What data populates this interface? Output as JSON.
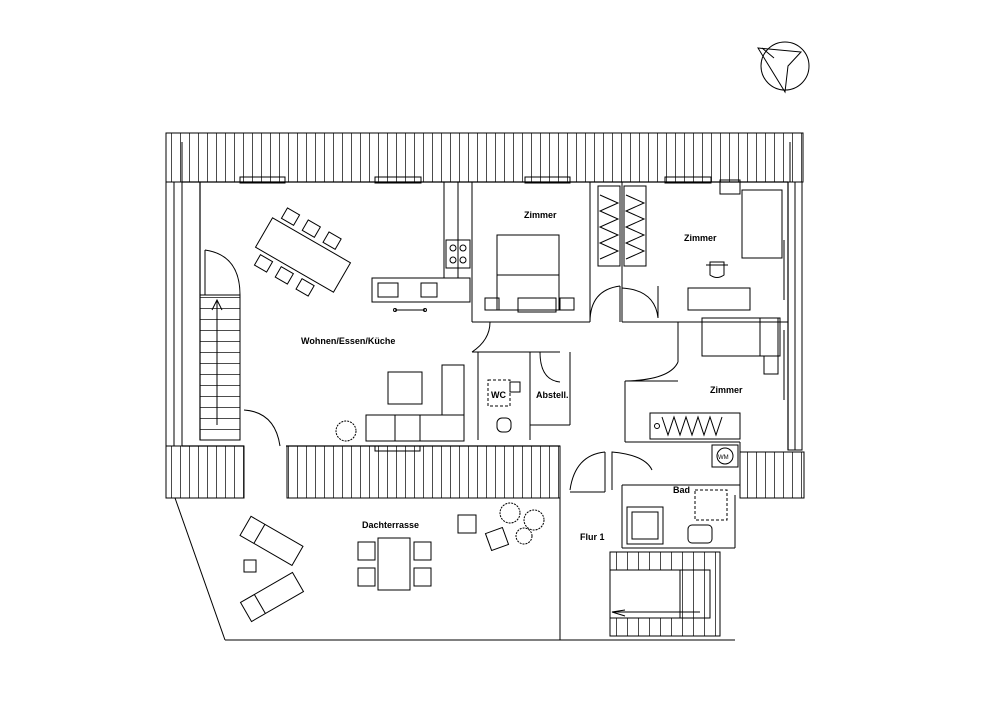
{
  "rooms": {
    "wohnen": "Wohnen/Essen/Küche",
    "zimmer1": "Zimmer",
    "zimmer2": "Zimmer",
    "zimmer3": "Zimmer",
    "wc": "WC",
    "abstell": "Abstell.",
    "bad": "Bad",
    "flur": "Flur 1",
    "dachterrasse": "Dachterrasse"
  },
  "fixtures": {
    "washing_machine": "WM"
  },
  "icons": {
    "compass": "north-arrow-icon"
  }
}
